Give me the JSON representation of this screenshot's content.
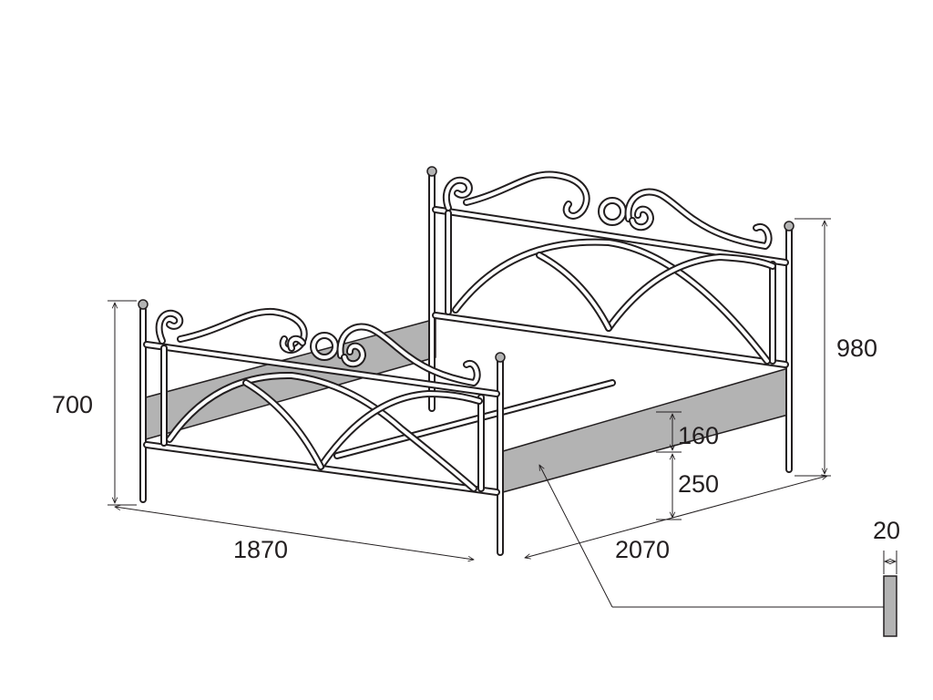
{
  "diagram": {
    "dimensions": {
      "footboard_height": "700",
      "headboard_height": "980",
      "width": "1870",
      "length": "2070",
      "frame_height": "160",
      "clearance": "250",
      "profile_thickness": "20"
    },
    "colors": {
      "line": "#231f20",
      "frame_fill": "#b3b3b3",
      "background": "#ffffff"
    }
  }
}
